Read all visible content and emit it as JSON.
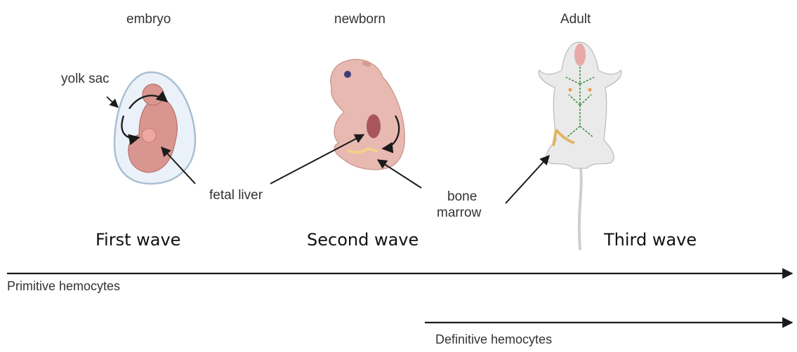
{
  "stages": [
    {
      "label": "embryo",
      "wave": "First wave"
    },
    {
      "label": "newborn",
      "wave": "Second wave"
    },
    {
      "label": "Adult",
      "wave": "Third wave"
    }
  ],
  "annotations": {
    "yolk_sac": "yolk sac",
    "fetal_liver": "fetal liver",
    "bone_marrow": [
      "bone",
      "marrow"
    ]
  },
  "timelines": [
    {
      "label": "Primitive hemocytes"
    },
    {
      "label": "Definitive hemocytes"
    }
  ],
  "colors": {
    "embryo_skin": "#d9958f",
    "sac_fill": "#eaf1f8",
    "sac_outline": "#a9bfd3",
    "liver": "#a9565a",
    "mouse_fur": "#eaeaea",
    "arrow": "#1a1a1a"
  }
}
